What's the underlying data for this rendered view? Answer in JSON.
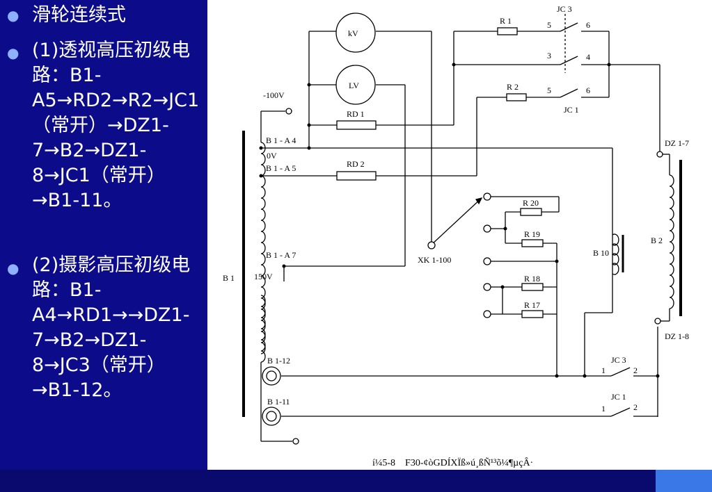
{
  "bullets": [
    {
      "text": "滑轮连续式"
    },
    {
      "text": "(1)透视高压初级电路：B1-A5→RD2→R2→JC1（常开）→DZ1-7→B2→DZ1-8→JC1（常开）→B1-11。"
    },
    {
      "text": "(2)摄影高压初级电路：B1-A4→RD1→→DZ1-7→B2→DZ1-8→JC3（常开）→B1-12。"
    }
  ],
  "diagram": {
    "caption": "í¼5-8　F30-¢òGDÍXÏß»ú¸ßÑ¹³õ¼¶µçÂ·",
    "labels": {
      "kv": "kV",
      "lv": "LV",
      "rd1": "RD 1",
      "rd2": "RD 2",
      "r1": "R 1",
      "r2": "R 2",
      "jc3_top": "JC 3",
      "jc1_mid": "JC 1",
      "t5a": "5",
      "t6a": "6",
      "t3": "3",
      "t4": "4",
      "t5b": "5",
      "t6b": "6",
      "v100": "-100V",
      "ba4": "B 1 - A 4",
      "v0": "0V",
      "ba5": "B 1 - A 5",
      "ba7": "B 1 - A 7",
      "v150": "150V",
      "b1": "B 1",
      "xk": "XK 1-100",
      "r20": "R 20",
      "r19": "R 19",
      "r18": "R 18",
      "r17": "R 17",
      "b10": "B 10",
      "b2": "B 2",
      "dz17": "DZ 1-7",
      "dz18": "DZ 1-8",
      "b112": "B 1-12",
      "b111": "B 1-11",
      "jc3_bot": "JC 3",
      "jc1_bot": "JC 1",
      "t1a": "1",
      "t2a": "2",
      "t1b": "1",
      "t2b": "2"
    }
  }
}
